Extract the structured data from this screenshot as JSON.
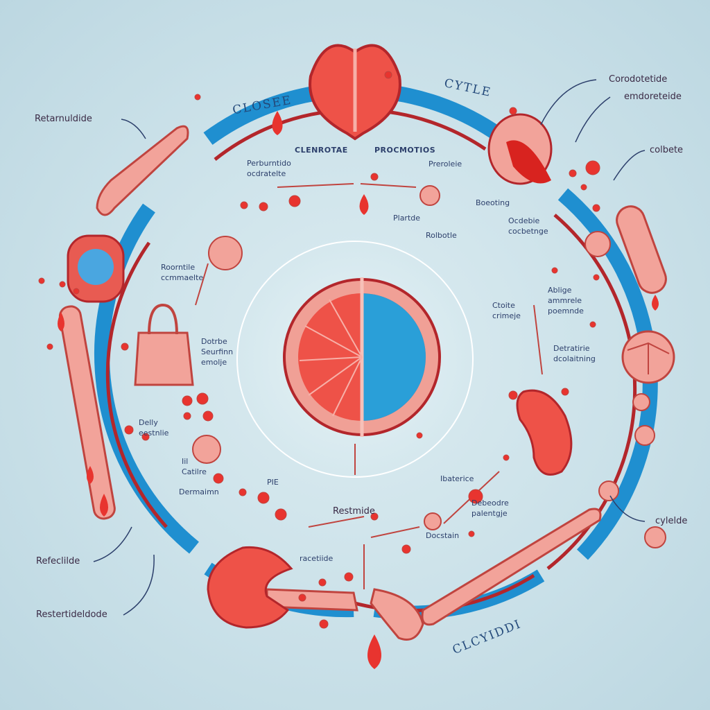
{
  "colors": {
    "background": "#cfe3ea",
    "vessel_blue": "#1f8fd0",
    "tissue_pink": "#f2a39a",
    "blood_red": "#e8342f",
    "outline_red": "#b3262b",
    "text_navy": "#2c3f6b"
  },
  "title_arc": {
    "left": "CLOSEE",
    "right": "CYTLE",
    "bottom": "CLCYIDDI"
  },
  "outer_labels": {
    "top_left": "Retarnuldide",
    "top_right_1": "Corodotetide",
    "top_right_2": "emdoreteide",
    "right": "colbete",
    "bottom_right": "cylelde",
    "bottom_left_1": "Refeclilde",
    "bottom_left_2": "Restertideldode"
  },
  "inner_labels": {
    "top_heading_left": "CLENROTAE",
    "top_heading_right": "PROCMOTIOS",
    "perburntido": [
      "Perburntido",
      "ocdratelte"
    ],
    "preroleie": "Preroleie",
    "plartde": "Plartde",
    "boeoting": "Boeoting",
    "rolbotle": "Rolbotle",
    "ocdebie": [
      "Ocdebie",
      "cocbetnge"
    ],
    "roorntile": [
      "Roorntile",
      "ccmmaelte"
    ],
    "ctoite": [
      "Ctoite",
      "crimeje"
    ],
    "ablige": [
      "Ablige",
      "ammrele",
      "poemnde"
    ],
    "dotrbe": [
      "Dotrbe",
      "Seurfinn",
      "emolje"
    ],
    "detratirie": [
      "Detratirie",
      "dcolaitning"
    ],
    "delly": [
      "Delly",
      "eestnlie"
    ],
    "catilre": [
      "Iil",
      "Catilre"
    ],
    "dermaimn": "Dermaimn",
    "pie": "PIE",
    "ibaterice": "Ibaterice",
    "restmide": "Restmide",
    "debeodre": [
      "Debeodre",
      "palentgje"
    ],
    "docstain": "Docstain",
    "racetiide": "racetiide"
  }
}
